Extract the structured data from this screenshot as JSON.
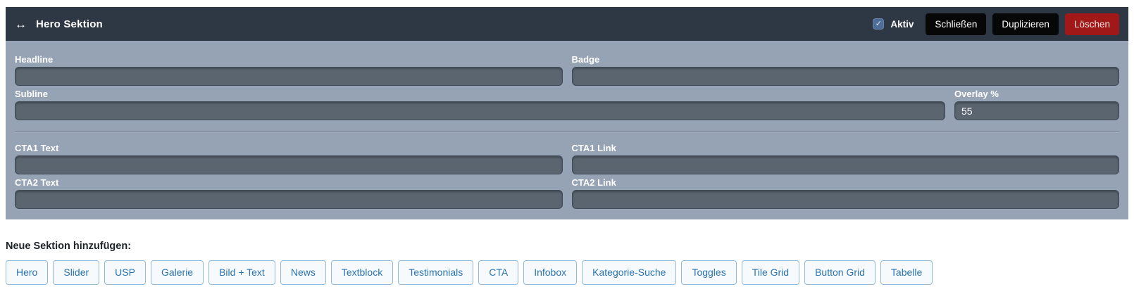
{
  "section_editor": {
    "drag_icon": "↔",
    "title": "Hero Sektion",
    "active_label": "Aktiv",
    "active_checked": true,
    "check_glyph": "✓",
    "buttons": {
      "close": "Schließen",
      "duplicate": "Duplizieren",
      "delete": "Löschen"
    },
    "fields": {
      "headline": {
        "label": "Headline",
        "value": ""
      },
      "badge": {
        "label": "Badge",
        "value": ""
      },
      "subline": {
        "label": "Subline",
        "value": ""
      },
      "overlay": {
        "label": "Overlay %",
        "value": "55"
      },
      "cta1_text": {
        "label": "CTA1 Text",
        "value": ""
      },
      "cta1_link": {
        "label": "CTA1 Link",
        "value": ""
      },
      "cta2_text": {
        "label": "CTA2 Text",
        "value": ""
      },
      "cta2_link": {
        "label": "CTA2 Link",
        "value": ""
      }
    }
  },
  "add_section": {
    "heading": "Neue Sektion hinzufügen:",
    "options": [
      "Hero",
      "Slider",
      "USP",
      "Galerie",
      "Bild + Text",
      "News",
      "Textblock",
      "Testimonials",
      "CTA",
      "Infobox",
      "Kategorie-Suche",
      "Toggles",
      "Tile Grid",
      "Button Grid",
      "Tabelle"
    ]
  },
  "colors": {
    "header_bg": "#2e3744",
    "panel_bg": "#96a3b4",
    "input_bg": "#5a6570",
    "delete_bg": "#a01818",
    "add_button_text": "#2b73ad"
  }
}
